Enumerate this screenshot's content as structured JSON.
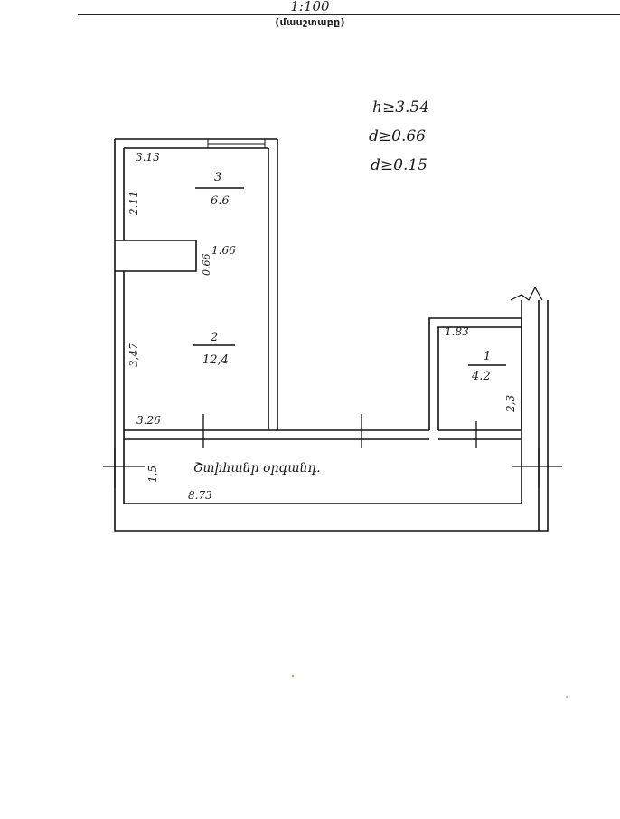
{
  "header": {
    "scale": "1:100",
    "caption": "(մասշտաբը)"
  },
  "parameters": {
    "height": "h≥3.54",
    "wall_a": "d≥0.66",
    "wall_b": "d≥0.15"
  },
  "rooms": [
    {
      "number": "3",
      "area": "6.6"
    },
    {
      "number": "2",
      "area": "12,4"
    },
    {
      "number": "1",
      "area": "4.2"
    }
  ],
  "dimensions": {
    "room3_width": "3.13",
    "room3_left_height": "2.11",
    "niche_depth": "0.66",
    "niche_width": "1.66",
    "room2_left_height": "3,47",
    "room2_bottom_width": "3.26",
    "room1_width": "1.83",
    "room1_height": "2,3",
    "corridor_height": "1,5",
    "corridor_length": "8.73"
  },
  "corridor_label": "Շտիհանր օրգանդ."
}
